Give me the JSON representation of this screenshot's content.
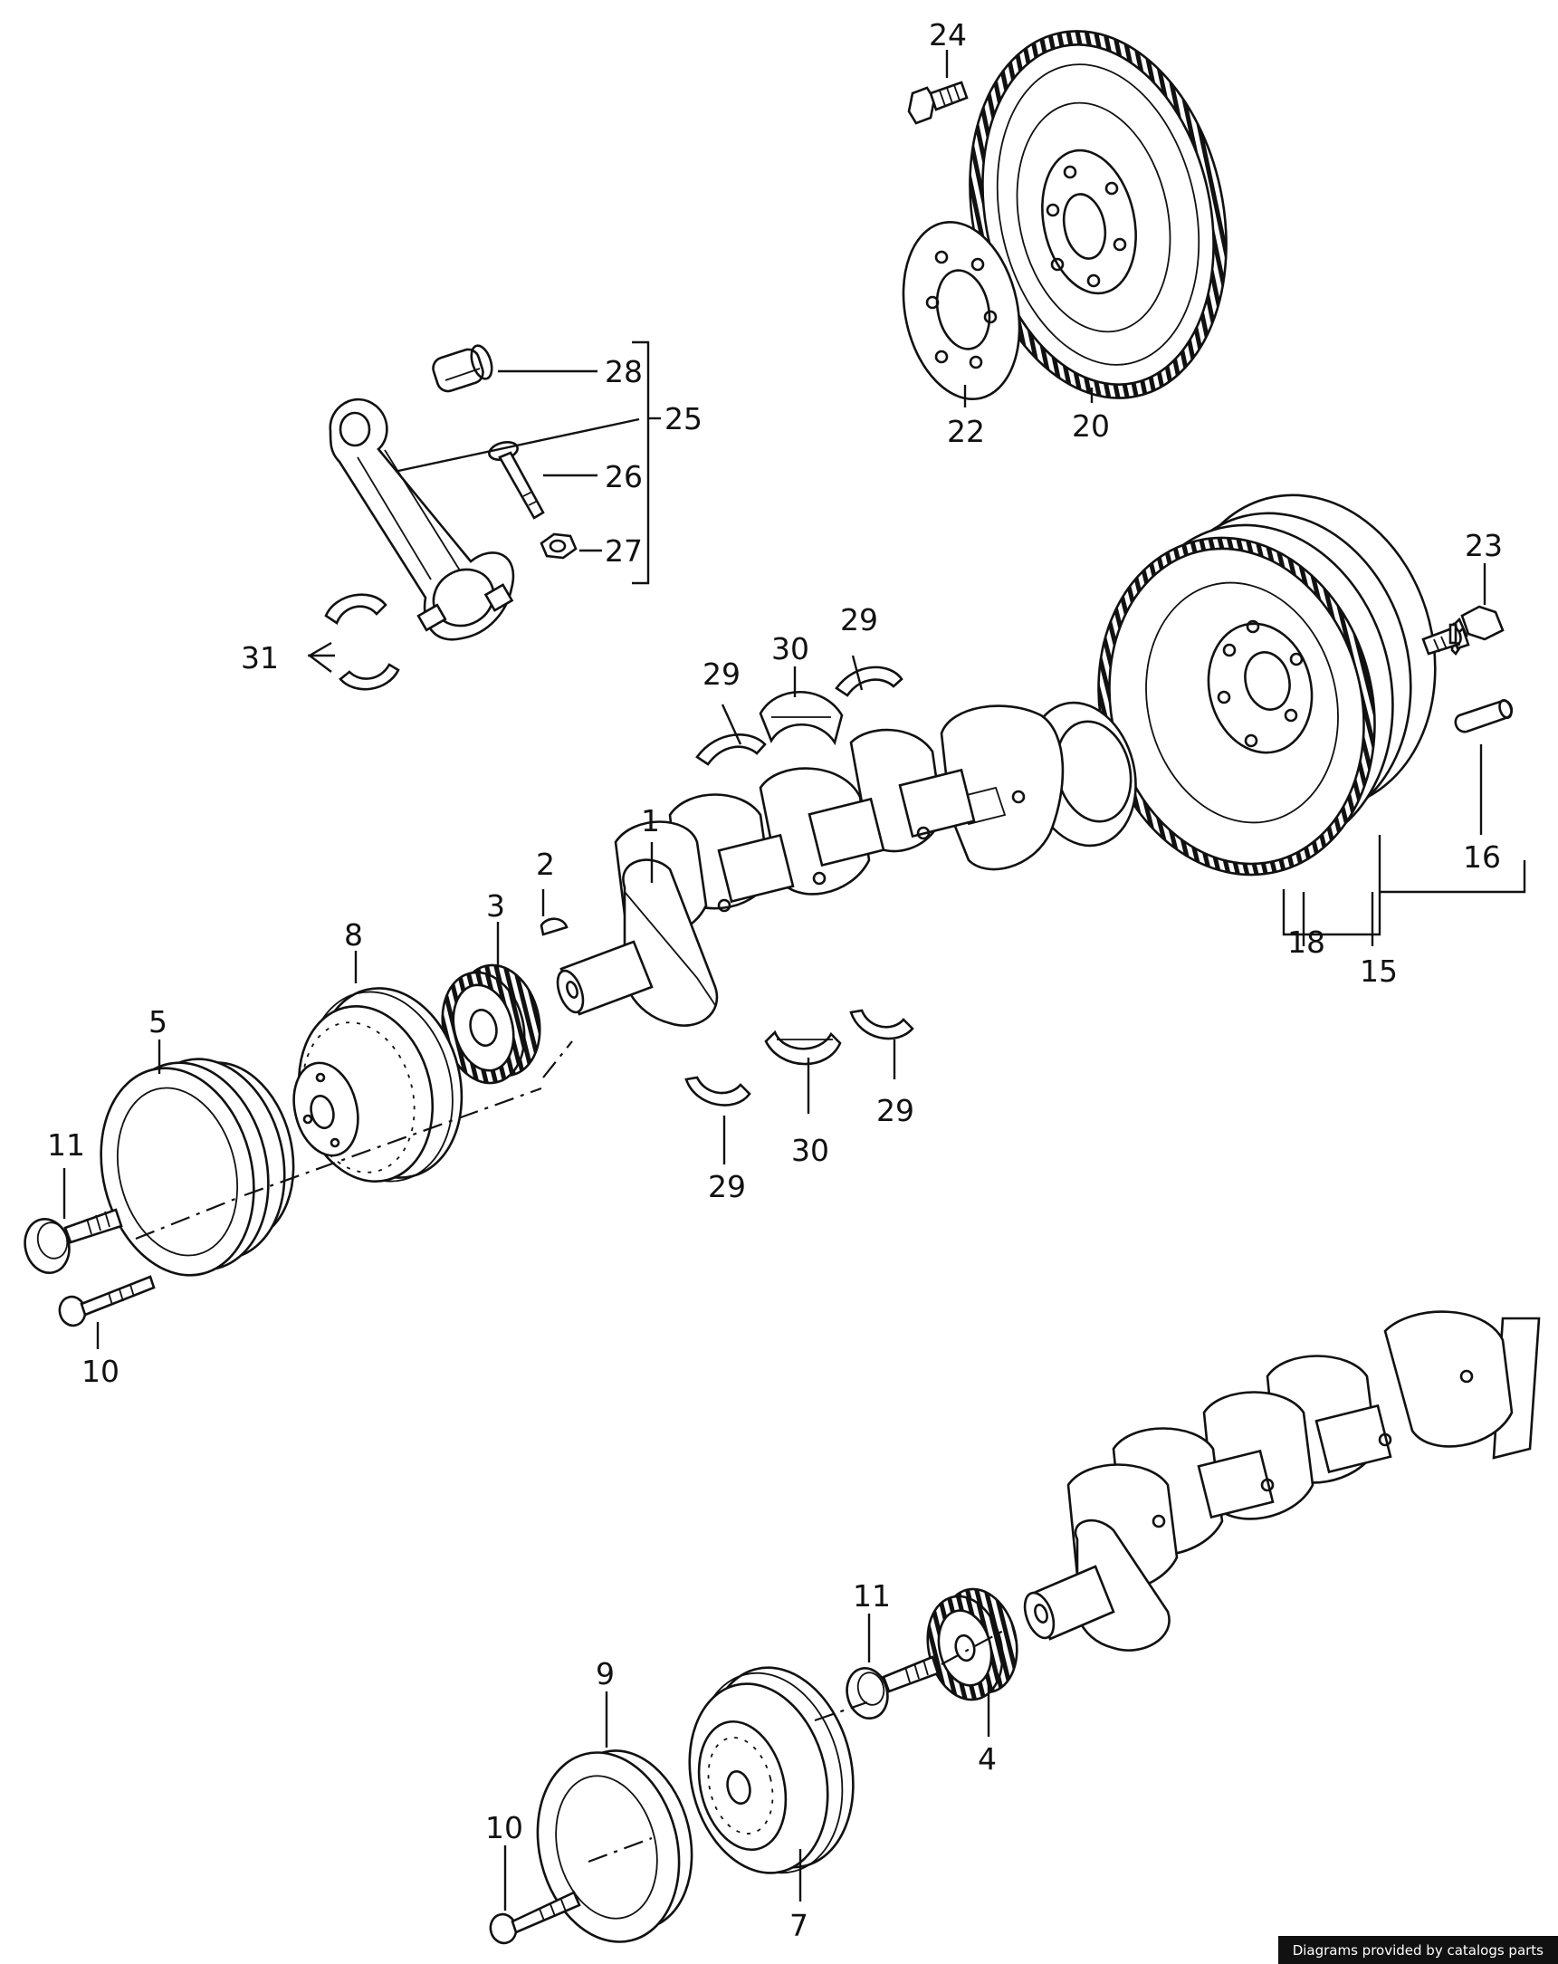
{
  "labels": {
    "l1": "1",
    "l2": "2",
    "l3": "3",
    "l4": "4",
    "l5": "5",
    "l7": "7",
    "l8": "8",
    "l9": "9",
    "l10a": "10",
    "l10b": "10",
    "l11a": "11",
    "l11b": "11",
    "l15": "15",
    "l16": "16",
    "l18": "18",
    "l20": "20",
    "l22": "22",
    "l23": "23",
    "l24": "24",
    "l25": "25",
    "l26": "26",
    "l27": "27",
    "l28": "28",
    "l29a": "29",
    "l29b": "29",
    "l29c": "29",
    "l29d": "29",
    "l30a": "30",
    "l30b": "30",
    "l31": "31"
  },
  "footer": {
    "credit": "Diagrams provided by catalogs parts"
  }
}
